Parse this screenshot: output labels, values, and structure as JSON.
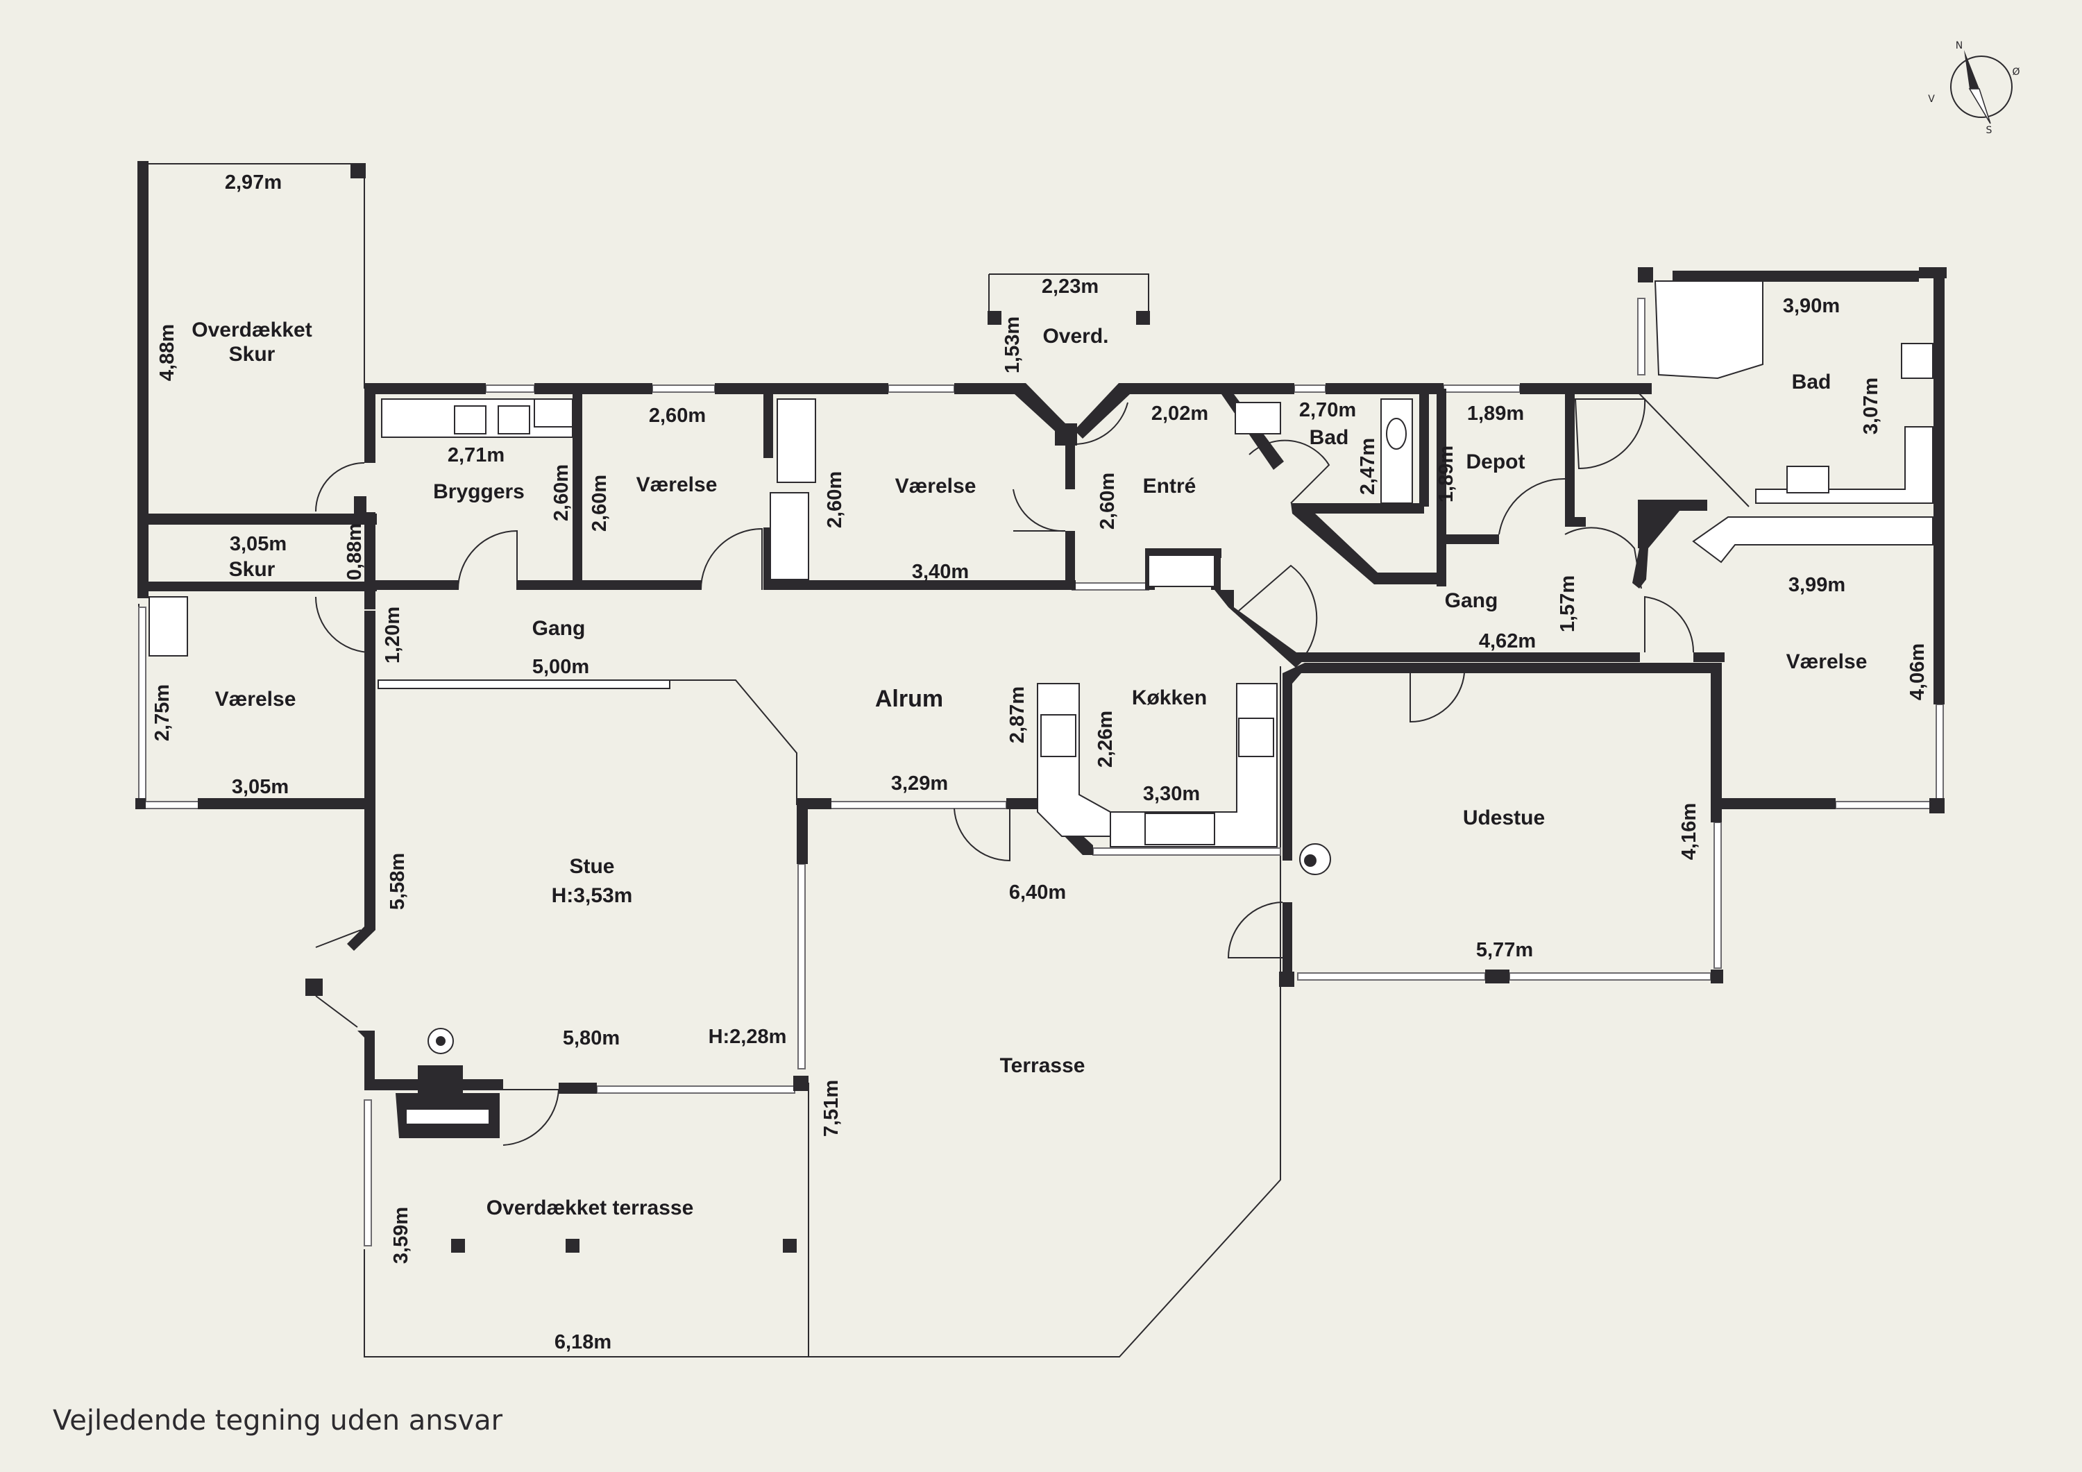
{
  "rooms": {
    "overdaekket_skur": [
      "Overdækket",
      "Skur"
    ],
    "skur": "Skur",
    "bryggers": "Bryggers",
    "vaerelse_1": "Værelse",
    "vaerelse_2": "Værelse",
    "overd": "Overd.",
    "entre": "Entré",
    "bad_small": "Bad",
    "depot": "Depot",
    "bad_large": "Bad",
    "gang_west": "Gang",
    "gang_east": "Gang",
    "vaerelse_west": "Værelse",
    "alrum": "Alrum",
    "koekken": "Køkken",
    "vaerelse_east": "Værelse",
    "stue": "Stue",
    "stue_height": "H:3,53m",
    "udestue": "Udestue",
    "terrasse": "Terrasse",
    "overdaekket_terrasse": "Overdækket terrasse"
  },
  "dimensions": {
    "overdaekket_skur_w": "2,97m",
    "overdaekket_skur_h": "4,88m",
    "skur_w": "3,05m",
    "skur_h": "0,88m",
    "bryggers_w": "2,71m",
    "bryggers_h": "2,60m",
    "vaerelse_1_w": "2,60m",
    "vaerelse_1_h": "2,60m",
    "vaerelse_2_h": "2,60m",
    "vaerelse_2_w": "3,40m",
    "overd_w": "2,23m",
    "overd_h": "1,53m",
    "entre_w": "2,02m",
    "entre_h": "2,60m",
    "bad_small_w": "2,70m",
    "bad_small_h": "2,47m",
    "depot_w": "1,89m",
    "depot_h": "1,89m",
    "bad_large_w": "3,90m",
    "bad_large_h": "3,07m",
    "gang_west_h": "1,20m",
    "gang_west_w": "5,00m",
    "gang_east_w": "4,62m",
    "gang_east_h": "1,57m",
    "vaerelse_west_h": "2,75m",
    "vaerelse_west_w": "3,05m",
    "koekken_h_outer": "2,87m",
    "koekken_h_inner": "2,26m",
    "koekken_w": "3,30m",
    "alrum_w": "3,29m",
    "vaerelse_east_w": "3,99m",
    "vaerelse_east_h": "4,06m",
    "stue_h": "5,58m",
    "stue_w": "5,80m",
    "stue_low_height": "H:2,28m",
    "alrum_lower_w": "6,40m",
    "udestue_h": "4,16m",
    "udestue_w": "5,77m",
    "terrasse_h": "7,51m",
    "ov_terrasse_h": "3,59m",
    "ov_terrasse_w": "6,18m"
  },
  "compass": {
    "n": "N",
    "e": "Ø",
    "s": "S",
    "w": "V"
  },
  "disclaimer": "Vejledende tegning uden ansvar"
}
